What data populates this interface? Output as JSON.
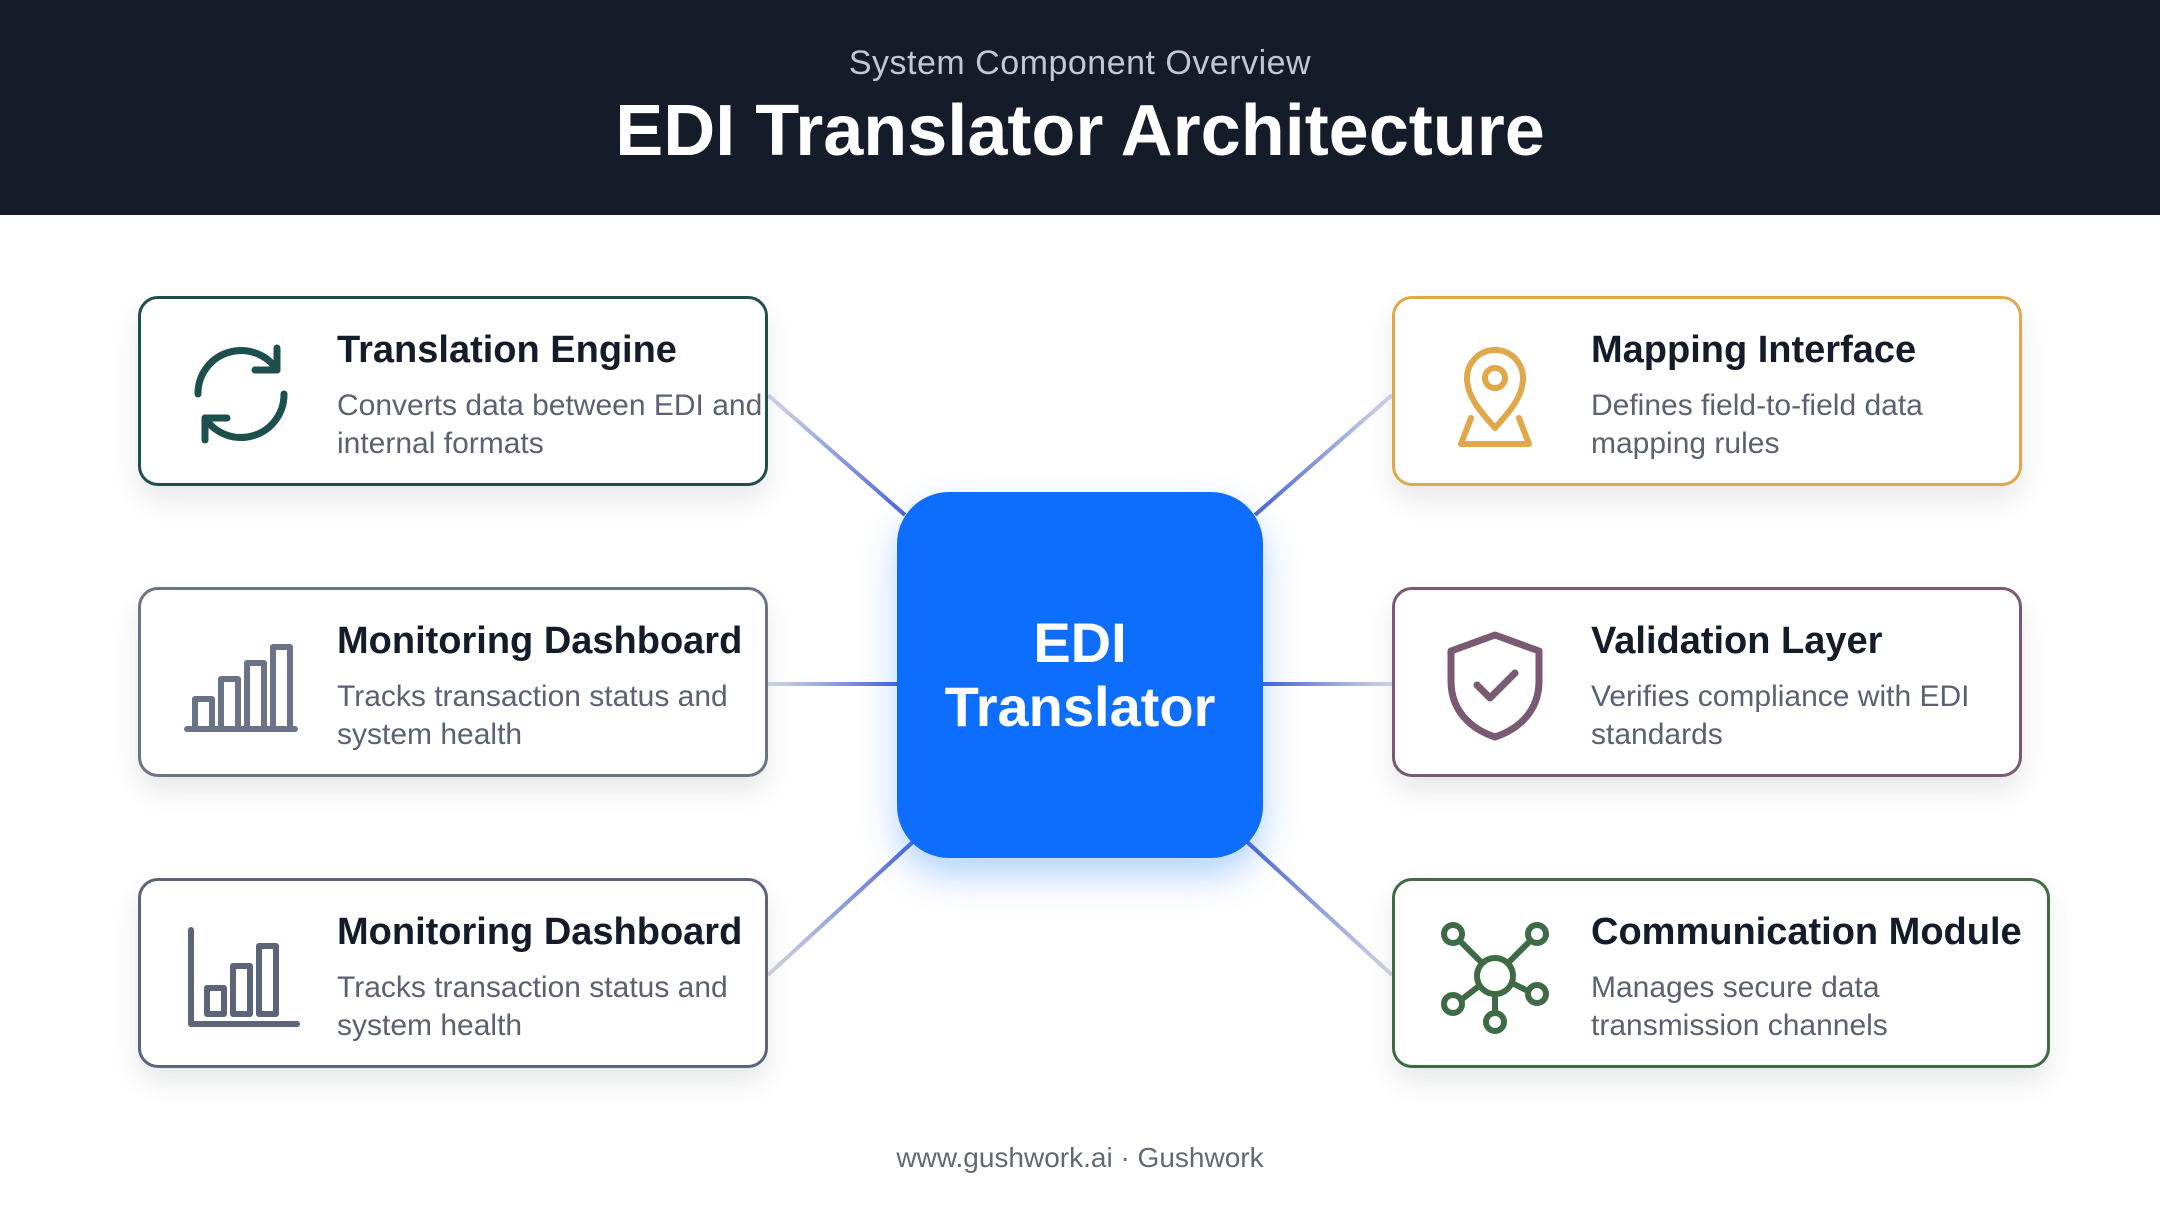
{
  "header": {
    "subtitle": "System Component Overview",
    "title": "EDI Translator Architecture"
  },
  "hub": {
    "label": "EDI\nTranslator",
    "color": "#0d6efd"
  },
  "cards": [
    {
      "title": "Translation Engine",
      "description": "Converts data between EDI and internal formats",
      "icon": "refresh-icon",
      "color": "#1d4f4d"
    },
    {
      "title": "Monitoring Dashboard",
      "description": "Tracks transaction status and system health",
      "icon": "bar-chart-icon",
      "color": "#6b7487"
    },
    {
      "title": "Monitoring Dashboard",
      "description": "Tracks transaction status and system health",
      "icon": "bar-chart-axes-icon",
      "color": "#5b6479"
    },
    {
      "title": "Mapping Interface",
      "description": "Defines field-to-field data mapping rules",
      "icon": "map-pin-icon",
      "color": "#e0a84a"
    },
    {
      "title": "Validation Layer",
      "description": "Verifies compliance with EDI standards",
      "icon": "shield-check-icon",
      "color": "#7a5a72"
    },
    {
      "title": "Communication Module",
      "description": "Manages secure data transmission channels",
      "icon": "network-nodes-icon",
      "color": "#3e6b46"
    }
  ],
  "footer": {
    "text": "www.gushwork.ai · Gushwork"
  }
}
